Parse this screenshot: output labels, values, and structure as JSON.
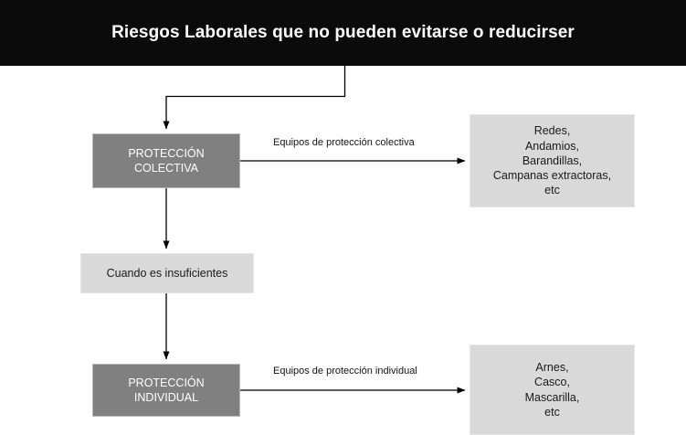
{
  "header": {
    "title": "Riesgos Laborales que no pueden evitarse o reducirser",
    "background_color": "#0b0b0c",
    "text_color": "#ffffff"
  },
  "palette": {
    "node_dark": "#808080",
    "node_light": "#d9d9d9",
    "connector": "#000000",
    "page_background": "#ffffff"
  },
  "nodes": {
    "proteccion_colectiva": {
      "label": "PROTECCIÓN\nCOLECTIVA",
      "style": "dark"
    },
    "equipos_colectivos": {
      "label": "Redes,\nAndamios,\nBarandillas,\nCampanas extractoras,\netc",
      "style": "light"
    },
    "cuando_insuficientes": {
      "label": "Cuando es insuficientes",
      "style": "light"
    },
    "proteccion_individual": {
      "label": "PROTECCIÓN\nINDIVIDUAL",
      "style": "dark"
    },
    "equipos_individuales": {
      "label": "Arnes,\nCasco,\nMascarilla,\netc",
      "style": "light"
    }
  },
  "edges": {
    "colectiva_label": "Equipos de protección colectiva",
    "individual_label": "Equipos de protección individual"
  }
}
